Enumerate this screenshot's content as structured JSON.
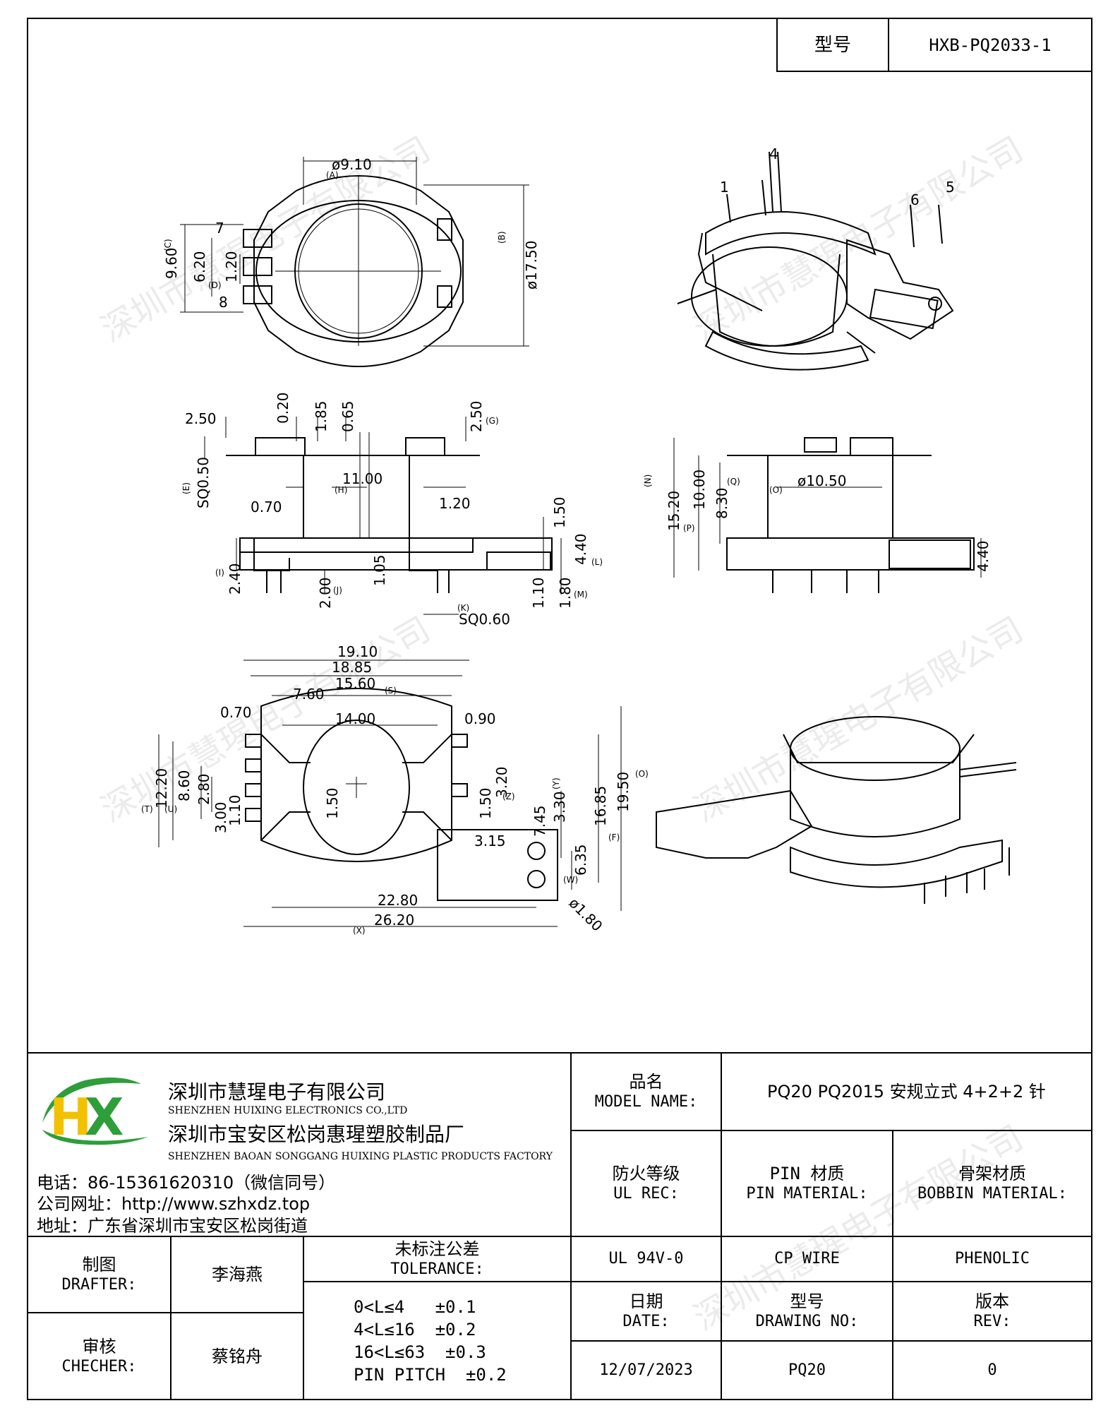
{
  "header": {
    "type_label": "型号",
    "type_value": "HXB-PQ2033-1"
  },
  "watermark": "深圳市慧瑆电子有限公司",
  "drawing": {
    "top_view": {
      "d1": "ø9.10",
      "d1_tag": "(A)",
      "h1": "ø17.50",
      "h1_tag": "(B)",
      "c": "9.60",
      "c_tag": "(C)",
      "e": "6.20",
      "d": "1.20",
      "d_tag": "(D)",
      "pin7": "7",
      "pin8": "8"
    },
    "side_view": {
      "v250a": "2.50",
      "v020": "0.20",
      "v185": "1.85",
      "v065": "0.65",
      "v250b": "2.50",
      "g_tag": "(G)",
      "sq050": "SQ0.50",
      "e_tag": "(E)",
      "v1100": "11.00",
      "h_tag": "(H)",
      "v070": "0.70",
      "v120": "1.20",
      "v150": "1.50",
      "v440": "4.40",
      "l_tag": "(L)",
      "i_tag": "(I)",
      "v240": "2.40",
      "v200": "2.00",
      "j_tag": "(J)",
      "v105": "1.05",
      "v110": "1.10",
      "v180": "1.80",
      "m_tag": "(M)",
      "k_tag": "(K)",
      "sq060": "SQ0.60"
    },
    "front_view": {
      "n_tag": "(N)",
      "v1520": "15.20",
      "v1000": "10.00",
      "p_tag": "(P)",
      "v830": "8.30",
      "q_tag": "(Q)",
      "o_tag": "(O)",
      "v1050": "ø10.50",
      "v440": "4.40"
    },
    "bottom_view": {
      "v1910": "19.10",
      "v1885": "18.85",
      "v760": "7.60",
      "v1560": "15.60",
      "s_tag": "(S)",
      "v070": "0.70",
      "v1400": "14.00",
      "v090": "0.90",
      "v1220": "12.20",
      "t_tag": "(T)",
      "v860": "8.60",
      "u_tag": "(U)",
      "v280": "2.80",
      "v300": "3.00",
      "v110": "1.10",
      "v150a": "1.50",
      "v150b": "1.50",
      "z_tag": "(Z)",
      "v320": "3.20",
      "v745": "7.45",
      "v330": "3.30",
      "y_tag": "(Y)",
      "v1685": "16.85",
      "f_tag": "(F)",
      "v1950": "19.50",
      "o_tag": "(O)",
      "v315": "3.15",
      "v635": "6.35",
      "w_tag": "(W)",
      "v2280": "22.80",
      "v2620": "26.20",
      "x_tag": "(X)",
      "v180": "ø1.80"
    },
    "iso_pins": [
      "1",
      "4",
      "6",
      "5"
    ]
  },
  "company": {
    "name_cn": "深圳市慧瑆电子有限公司",
    "name_en": "SHENZHEN HUIXING ELECTRONICS CO.,LTD",
    "factory_cn": "深圳市宝安区松岗惠瑆塑胶制品厂",
    "factory_en": "SHENZHEN BAOAN SONGGANG HUIXING PLASTIC PRODUCTS FACTORY",
    "phone": "电话：86-15361620310（微信同号）",
    "website": "公司网址：http://www.szhxdz.top",
    "address": "地址：广东省深圳市宝安区松岗街道",
    "logo_text": "HX",
    "brand_green": "#2e9e3a",
    "brand_yellow": "#f2c200"
  },
  "title_block": {
    "model_name_cn": "品名",
    "model_name_en": "MODEL NAME:",
    "model_name_value": "PQ20 PQ2015 安规立式 4+2+2 针",
    "fire_cn": "防火等级",
    "fire_en": "UL REC:",
    "pin_mat_cn": "PIN 材质",
    "pin_mat_en": "PIN MATERIAL:",
    "bobbin_mat_cn": "骨架材质",
    "bobbin_mat_en": "BOBBIN MATERIAL:",
    "fire_value": "UL 94V-0",
    "pin_mat_value": "CP WIRE",
    "bobbin_mat_value": "PHENOLIC",
    "drafter_cn": "制图",
    "drafter_en": "DRAFTER:",
    "drafter_name": "李海燕",
    "checker_cn": "审核",
    "checker_en": "CHECHER:",
    "checker_name": "蔡铭舟",
    "tol_cn": "未标注公差",
    "tol_en": "TOLERANCE:",
    "tol_lines": [
      "0<L≤4   ±0.1",
      "4<L≤16  ±0.2",
      "16<L≤63  ±0.3",
      "PIN PITCH  ±0.2"
    ],
    "date_cn": "日期",
    "date_en": "DATE:",
    "date_value": "12/07/2023",
    "dwg_cn": "型号",
    "dwg_en": "DRAWING NO:",
    "dwg_value": "PQ20",
    "rev_cn": "版本",
    "rev_en": "REV:",
    "rev_value": "0"
  }
}
